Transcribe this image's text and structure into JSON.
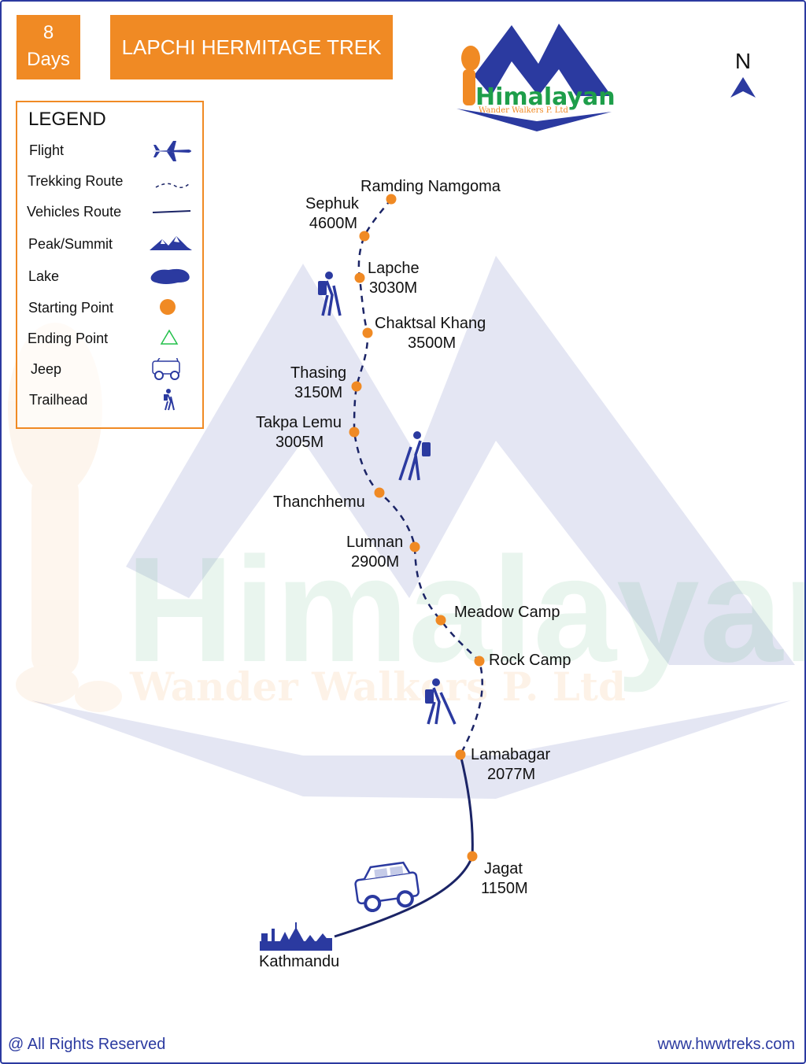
{
  "header": {
    "days_number": "8",
    "days_word": "Days",
    "title": "LAPCHI HERMITAGE TREK"
  },
  "logo": {
    "brand": "Himalayan",
    "tagline": "Wander Walkers P. Ltd"
  },
  "compass": {
    "label": "N"
  },
  "watermark": {
    "brand": "Himalayan",
    "tagline": "Wander Walkers P. Ltd"
  },
  "legend": {
    "title": "LEGEND",
    "items": [
      {
        "label": "Flight",
        "icon": "airplane-icon"
      },
      {
        "label": "Trekking Route",
        "icon": "dashed-line-icon"
      },
      {
        "label": "Vehicles Route",
        "icon": "solid-line-icon"
      },
      {
        "label": "Peak/Summit",
        "icon": "mountain-peak-icon"
      },
      {
        "label": "Lake",
        "icon": "lake-icon"
      },
      {
        "label": "Starting Point",
        "icon": "orange-dot-icon"
      },
      {
        "label": "Ending Point",
        "icon": "triangle-outline-icon"
      },
      {
        "label": "Jeep",
        "icon": "jeep-icon"
      },
      {
        "label": "Trailhead",
        "icon": "hiker-icon"
      }
    ]
  },
  "places": [
    {
      "name": "Ramding Namgoma",
      "altitude": ""
    },
    {
      "name": "Sephuk",
      "altitude": "4600M"
    },
    {
      "name": "Lapche",
      "altitude": "3030M"
    },
    {
      "name": "Chaktsal Khang",
      "altitude": "3500M"
    },
    {
      "name": "Thasing",
      "altitude": "3150M"
    },
    {
      "name": "Takpa Lemu",
      "altitude": "3005M"
    },
    {
      "name": "Thanchhemu",
      "altitude": ""
    },
    {
      "name": "Lumnan",
      "altitude": "2900M"
    },
    {
      "name": "Meadow Camp",
      "altitude": ""
    },
    {
      "name": "Rock Camp",
      "altitude": ""
    },
    {
      "name": "Lamabagar",
      "altitude": "2077M"
    },
    {
      "name": "Jagat",
      "altitude": "1150M"
    },
    {
      "name": "Kathmandu",
      "altitude": ""
    }
  ],
  "colors": {
    "accent": "#f08a24",
    "route": "#1b2466",
    "brand_blue": "#2b3aa0",
    "brand_green": "#1e9e4a"
  },
  "footer": {
    "copyright": "@ All Rights Reserved",
    "website": "www.hwwtreks.com"
  }
}
